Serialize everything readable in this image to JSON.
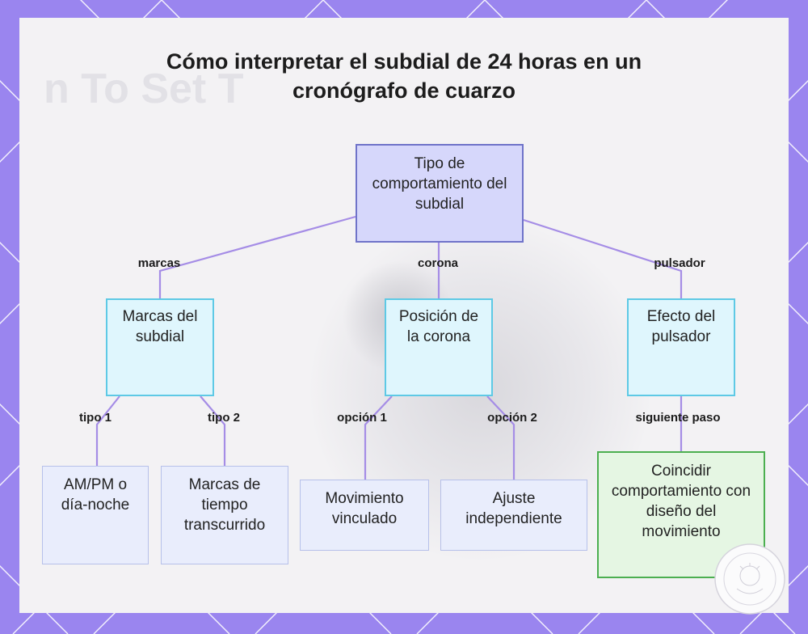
{
  "title": "Cómo interpretar el subdial de 24 horas en un cronógrafo de cuarzo",
  "watermark": "n To Set T",
  "nodes": {
    "root": "Tipo de comportamiento del subdial",
    "marks": "Marcas del subdial",
    "crown": "Posición de la corona",
    "pusher": "Efecto del pulsador",
    "ampm": "AM/PM o día-noche",
    "elapsed": "Marcas de tiempo transcurrido",
    "linked": "Movimiento vinculado",
    "independent": "Ajuste independiente",
    "match": "Coincidir comportamiento con diseño del movimiento"
  },
  "edges": {
    "marcas": "marcas",
    "corona": "corona",
    "pulsador": "pulsador",
    "tipo1": "tipo 1",
    "tipo2": "tipo 2",
    "opcion1": "opción 1",
    "opcion2": "opción 2",
    "siguiente": "siguiente paso"
  },
  "colors": {
    "frame": "#9a85ef",
    "connector": "#a58de6",
    "root_fill": "#d6d7fb",
    "mid_fill": "#dff6fd",
    "leaf_fill": "#e9edfc",
    "final_fill": "#e5f6e3"
  },
  "icons": [
    "frame-diamond-pattern",
    "seal-icon"
  ]
}
